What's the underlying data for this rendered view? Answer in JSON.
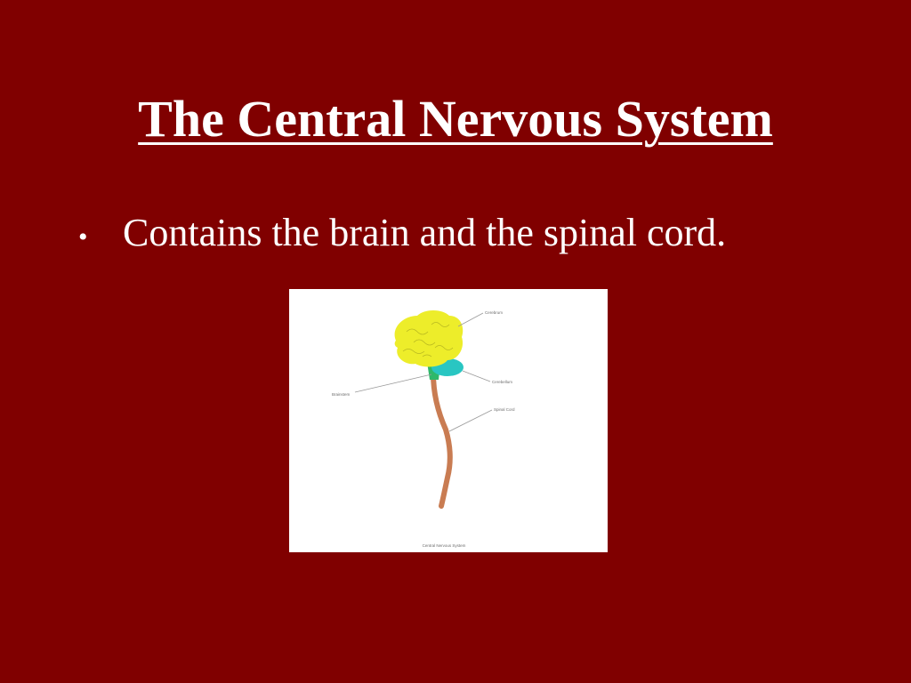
{
  "colors": {
    "background": "#800000",
    "text": "#ffffff",
    "cerebrum": "#eded2a",
    "cerebellum": "#29c6c2",
    "brainstem": "#2fb86a",
    "spinal_cord": "#c97c52",
    "leader_line": "#9a9a9a"
  },
  "slide": {
    "title": "The Central Nervous System",
    "bullets": [
      {
        "mark": "•",
        "text": "Contains the brain and the spinal cord."
      }
    ]
  },
  "diagram": {
    "labels": {
      "cerebrum": "Cerebrum",
      "brainstem": "Brainstem",
      "cerebellum": "Cerebellum",
      "spinal_cord": "Spinal Cord",
      "caption": "Central Nervous System"
    }
  }
}
